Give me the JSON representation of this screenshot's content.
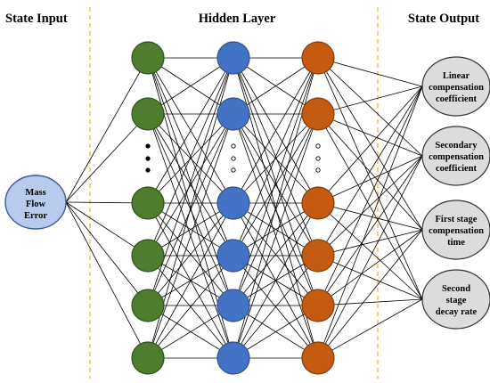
{
  "headers": {
    "input": "State Input",
    "hidden": "Hidden Layer",
    "output": "State Output"
  },
  "input_node": {
    "lines": [
      "Mass",
      "Flow",
      "Error"
    ],
    "fill": "#b8cbed",
    "stroke": "#3b5c9e"
  },
  "output_nodes": [
    {
      "lines": [
        "Linear",
        "compensation",
        "coefficient"
      ]
    },
    {
      "lines": [
        "Secondary",
        "compensation",
        "coefficient"
      ]
    },
    {
      "lines": [
        "First stage",
        "compensation",
        "time"
      ]
    },
    {
      "lines": [
        "Second",
        "stage",
        "decay rate"
      ]
    }
  ],
  "output_style": {
    "fill": "#dcdcdc",
    "stroke": "#333333"
  },
  "hidden_layers": [
    {
      "color": "#4e7d2f",
      "stroke": "#2f5219",
      "ellipsis": "filled"
    },
    {
      "color": "#4472c4",
      "stroke": "#2f528f",
      "ellipsis": "hollow"
    },
    {
      "color": "#c55a11",
      "stroke": "#843c0c",
      "ellipsis": "hollow"
    }
  ],
  "divider_color": "#e6b422"
}
